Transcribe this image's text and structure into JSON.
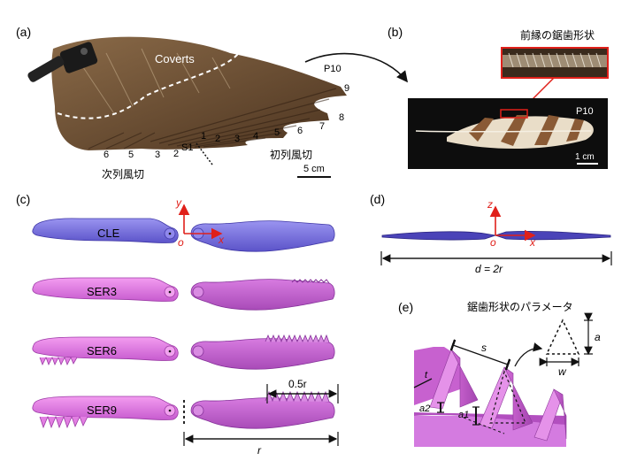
{
  "panels": {
    "a": {
      "label": "(a)",
      "coverts": "Coverts",
      "primary_numbers": [
        "P10",
        "9",
        "8",
        "7",
        "6",
        "5",
        "4",
        "3",
        "2",
        "1"
      ],
      "secondary_numbers": [
        "S1",
        "2",
        "3",
        "5",
        "6"
      ],
      "secondary_caption": "次列風切",
      "primary_caption": "初列風切",
      "scale": "5 cm"
    },
    "b": {
      "label": "(b)",
      "title": "前縁の鋸歯形状",
      "feather_label": "P10",
      "scale": "1 cm"
    },
    "c": {
      "label": "(c)",
      "blades": [
        "CLE",
        "SER3",
        "SER6",
        "SER9"
      ],
      "axis_y": "y",
      "axis_x": "x",
      "origin": "o",
      "half_span": "0.5r",
      "span": "r"
    },
    "d": {
      "label": "(d)",
      "axis_z": "z",
      "axis_x": "x",
      "origin": "o",
      "diameter": "d = 2r"
    },
    "e": {
      "label": "(e)",
      "title": "鋸歯形状のパラメータ",
      "params": {
        "s": "s",
        "t": "t",
        "a1": "a1",
        "a2": "a2",
        "a": "a",
        "w": "w"
      }
    }
  },
  "colors": {
    "cle_blue": "#7f78e6",
    "ser_pink": "#e97fe6",
    "ser_pink_dark": "#b44fbf",
    "axis_red": "#e0201a",
    "feather_brown": "#6b4a2e"
  }
}
